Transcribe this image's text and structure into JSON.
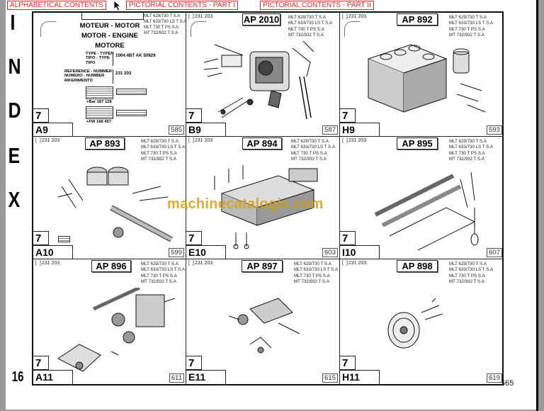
{
  "nav": {
    "alphabetical": "ALPHABETICAL CONTENTS",
    "pictorial_1": "PICTORIAL CONTENTS - PART I",
    "pictorial_2": "PICTORIAL CONTENTS - PART II",
    "accent_color": "#e8262b"
  },
  "side": {
    "index_letters": [
      "I",
      "N",
      "D",
      "E",
      "X"
    ],
    "section_number": "16"
  },
  "page_number": "565",
  "watermark": "machinecatalogic.com",
  "cover": {
    "title_lines": [
      "MOTEUR - MOTOR",
      "MOTOR - ENGINE",
      "MOTORE"
    ],
    "type_label": "TYPE - TYPEN\nTIPO - TYPE\nTIPO",
    "type_value": "1004.4BT AK 50929",
    "reference_label": "REFERENCE - NUMMER\nNUMERO - NUMBER\nRIFERIMENTO",
    "reference_value": "231 203",
    "small_code_1": "+Bar 187 128",
    "small_code_2": "+FW 168 457"
  },
  "models": [
    "MLT 629/730 T S.A",
    "MLT 633/730 LS T S.A",
    "MLT 730 T PS S.A",
    "MT 732/932 T S.A"
  ],
  "cells": [
    {
      "ref": "",
      "ap": "",
      "group": "7",
      "code": "A9",
      "page": "585"
    },
    {
      "ref": "231 203",
      "ap": "AP 2010",
      "group": "7",
      "code": "B9",
      "page": "587"
    },
    {
      "ref": "231 203",
      "ap": "AP 892",
      "group": "7",
      "code": "H9",
      "page": "593"
    },
    {
      "ref": "231 203",
      "ap": "AP 893",
      "group": "7",
      "code": "A10",
      "page": "599"
    },
    {
      "ref": "231 203",
      "ap": "AP 894",
      "group": "7",
      "code": "E10",
      "page": "603"
    },
    {
      "ref": "231 203",
      "ap": "AP 895",
      "group": "7",
      "code": "I10",
      "page": "607"
    },
    {
      "ref": "231 203",
      "ap": "AP 896",
      "group": "7",
      "code": "A11",
      "page": "611"
    },
    {
      "ref": "231 203",
      "ap": "AP 897",
      "group": "7",
      "code": "E11",
      "page": "615"
    },
    {
      "ref": "231 203",
      "ap": "AP 898",
      "group": "7",
      "code": "H11",
      "page": "619"
    }
  ]
}
